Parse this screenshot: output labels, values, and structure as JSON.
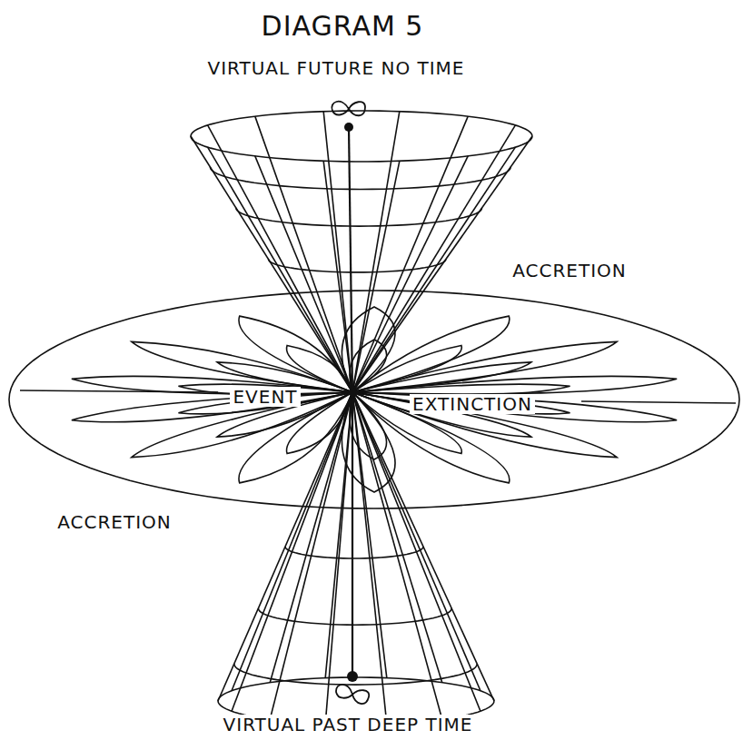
{
  "diagram": {
    "title": "DIAGRAM 5",
    "labels": [
      "VIRTUAL FUTURE NO TIME",
      "ACCRETION",
      "EVENT",
      "EXTINCTION",
      "ACCRETION",
      "VIRTUAL PAST DEEP TIME"
    ]
  }
}
